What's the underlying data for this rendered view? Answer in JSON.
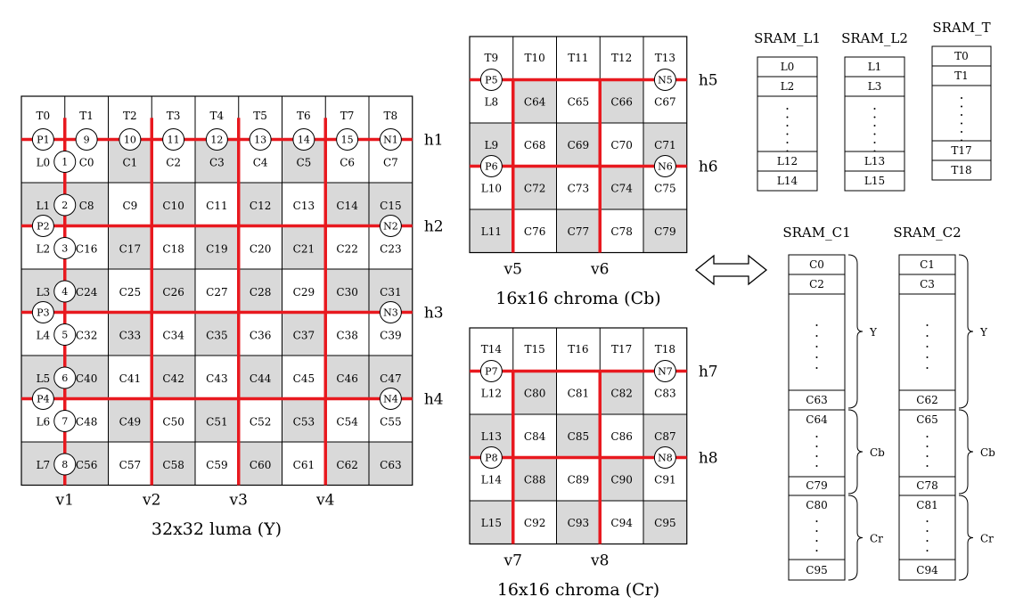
{
  "luma": {
    "caption": "32x32 luma (Y)",
    "top_labels": [
      "T0",
      "T1",
      "T2",
      "T3",
      "T4",
      "T5",
      "T6",
      "T7",
      "T8"
    ],
    "rows": [
      [
        "L0",
        "C0",
        "C1",
        "C2",
        "C3",
        "C4",
        "C5",
        "C6",
        "C7"
      ],
      [
        "L1",
        "C8",
        "C9",
        "C10",
        "C11",
        "C12",
        "C13",
        "C14",
        "C15"
      ],
      [
        "L2",
        "C16",
        "C17",
        "C18",
        "C19",
        "C20",
        "C21",
        "C22",
        "C23"
      ],
      [
        "L3",
        "C24",
        "C25",
        "C26",
        "C27",
        "C28",
        "C29",
        "C30",
        "C31"
      ],
      [
        "L4",
        "C32",
        "C33",
        "C34",
        "C35",
        "C36",
        "C37",
        "C38",
        "C39"
      ],
      [
        "L5",
        "C40",
        "C41",
        "C42",
        "C43",
        "C44",
        "C45",
        "C46",
        "C47"
      ],
      [
        "L6",
        "C48",
        "C49",
        "C50",
        "C51",
        "C52",
        "C53",
        "C54",
        "C55"
      ],
      [
        "L7",
        "C56",
        "C57",
        "C58",
        "C59",
        "C60",
        "C61",
        "C62",
        "C63"
      ]
    ],
    "h_labels": [
      "h1",
      "h2",
      "h3",
      "h4"
    ],
    "v_labels": [
      "v1",
      "v2",
      "v3",
      "v4"
    ],
    "top_circles": [
      "P1",
      "9",
      "10",
      "11",
      "12",
      "13",
      "14",
      "15",
      "N1"
    ],
    "col_circles": [
      "1",
      "2",
      "3",
      "4",
      "5",
      "6",
      "7",
      "8"
    ],
    "p_circles": [
      "P2",
      "P3",
      "P4"
    ],
    "n_circles": [
      "N2",
      "N3",
      "N4"
    ]
  },
  "cb": {
    "caption": "16x16 chroma (Cb)",
    "top_labels": [
      "T9",
      "T10",
      "T11",
      "T12",
      "T13"
    ],
    "rows": [
      [
        "L8",
        "C64",
        "C65",
        "C66",
        "C67"
      ],
      [
        "L9",
        "C68",
        "C69",
        "C70",
        "C71"
      ],
      [
        "L10",
        "C72",
        "C73",
        "C74",
        "C75"
      ],
      [
        "L11",
        "C76",
        "C77",
        "C78",
        "C79"
      ]
    ],
    "h_labels": [
      "h5",
      "h6"
    ],
    "v_labels": [
      "v5",
      "v6"
    ],
    "p_circles": [
      "P5",
      "P6"
    ],
    "n_circles": [
      "N5",
      "N6"
    ]
  },
  "cr": {
    "caption": "16x16 chroma (Cr)",
    "top_labels": [
      "T14",
      "T15",
      "T16",
      "T17",
      "T18"
    ],
    "rows": [
      [
        "L12",
        "C80",
        "C81",
        "C82",
        "C83"
      ],
      [
        "L13",
        "C84",
        "C85",
        "C86",
        "C87"
      ],
      [
        "L14",
        "C88",
        "C89",
        "C90",
        "C91"
      ],
      [
        "L15",
        "C92",
        "C93",
        "C94",
        "C95"
      ]
    ],
    "h_labels": [
      "h7",
      "h8"
    ],
    "v_labels": [
      "v7",
      "v8"
    ],
    "p_circles": [
      "P7",
      "P8"
    ],
    "n_circles": [
      "N7",
      "N8"
    ]
  },
  "sram_small": [
    {
      "title": "SRAM_L1",
      "cells": [
        "L0",
        "L2",
        "L12",
        "L14"
      ]
    },
    {
      "title": "SRAM_L2",
      "cells": [
        "L1",
        "L3",
        "L13",
        "L15"
      ]
    },
    {
      "title": "SRAM_T",
      "cells": [
        "T0",
        "T1",
        "T17",
        "T18"
      ]
    }
  ],
  "sram_c": [
    {
      "title": "SRAM_C1",
      "cells": [
        "C0",
        "C2",
        "C63",
        "C64",
        "C79",
        "C80",
        "C95"
      ]
    },
    {
      "title": "SRAM_C2",
      "cells": [
        "C1",
        "C3",
        "C62",
        "C65",
        "C78",
        "C81",
        "C94"
      ]
    }
  ],
  "brace_labels": [
    "Y",
    "Cb",
    "Cr"
  ],
  "colors": {
    "line": "#e8191f",
    "shade": "#d9d9d9",
    "grid": "#000000"
  }
}
